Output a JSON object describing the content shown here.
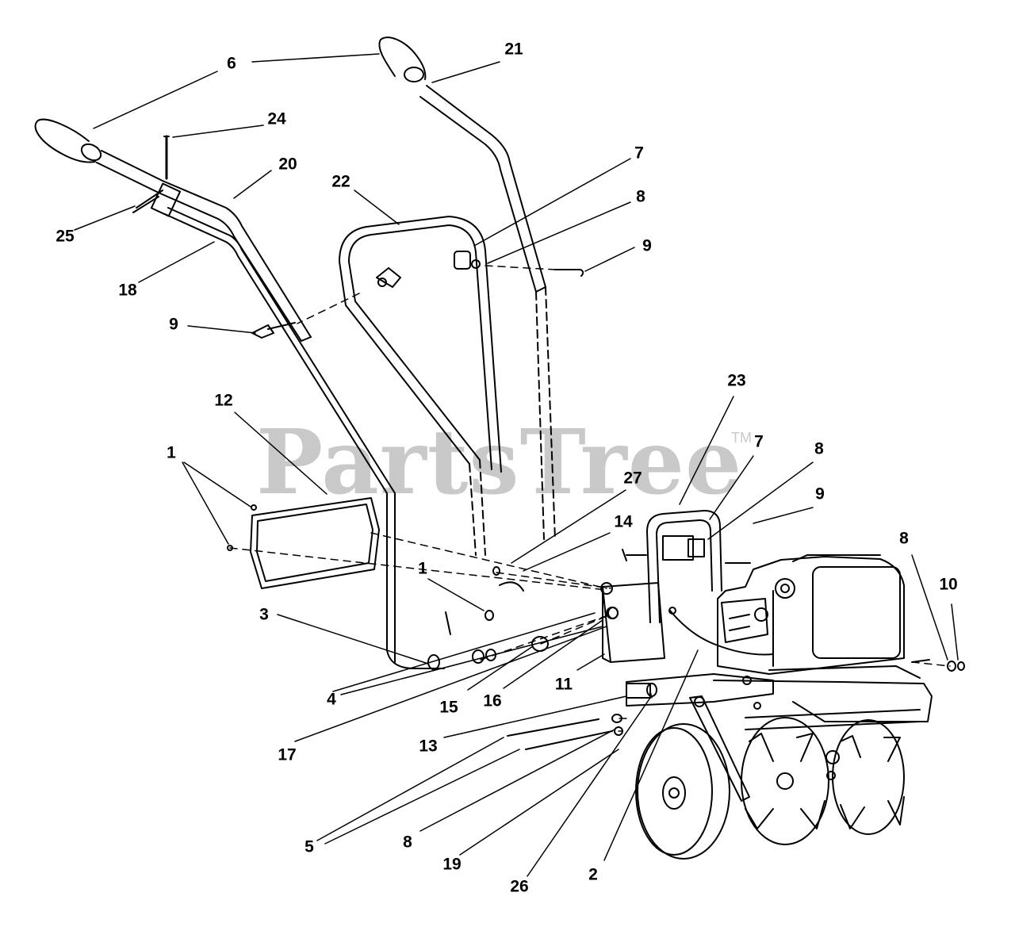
{
  "watermark": {
    "text": "PartsTree",
    "trademark": "TM"
  },
  "callouts": [
    {
      "id": "c1a",
      "text": "1"
    },
    {
      "id": "c1b",
      "text": "1"
    },
    {
      "id": "c2",
      "text": "2"
    },
    {
      "id": "c3",
      "text": "3"
    },
    {
      "id": "c4",
      "text": "4"
    },
    {
      "id": "c5",
      "text": "5"
    },
    {
      "id": "c6",
      "text": "6"
    },
    {
      "id": "c7a",
      "text": "7"
    },
    {
      "id": "c7b",
      "text": "7"
    },
    {
      "id": "c8a",
      "text": "8"
    },
    {
      "id": "c8b",
      "text": "8"
    },
    {
      "id": "c8c",
      "text": "8"
    },
    {
      "id": "c8d",
      "text": "8"
    },
    {
      "id": "c9a",
      "text": "9"
    },
    {
      "id": "c9b",
      "text": "9"
    },
    {
      "id": "c9c",
      "text": "9"
    },
    {
      "id": "c10",
      "text": "10"
    },
    {
      "id": "c11",
      "text": "11"
    },
    {
      "id": "c12",
      "text": "12"
    },
    {
      "id": "c13",
      "text": "13"
    },
    {
      "id": "c14",
      "text": "14"
    },
    {
      "id": "c15",
      "text": "15"
    },
    {
      "id": "c16",
      "text": "16"
    },
    {
      "id": "c17",
      "text": "17"
    },
    {
      "id": "c18",
      "text": "18"
    },
    {
      "id": "c19",
      "text": "19"
    },
    {
      "id": "c20",
      "text": "20"
    },
    {
      "id": "c21",
      "text": "21"
    },
    {
      "id": "c22",
      "text": "22"
    },
    {
      "id": "c23",
      "text": "23"
    },
    {
      "id": "c24",
      "text": "24"
    },
    {
      "id": "c25",
      "text": "25"
    },
    {
      "id": "c26",
      "text": "26"
    },
    {
      "id": "c27",
      "text": "27"
    }
  ]
}
